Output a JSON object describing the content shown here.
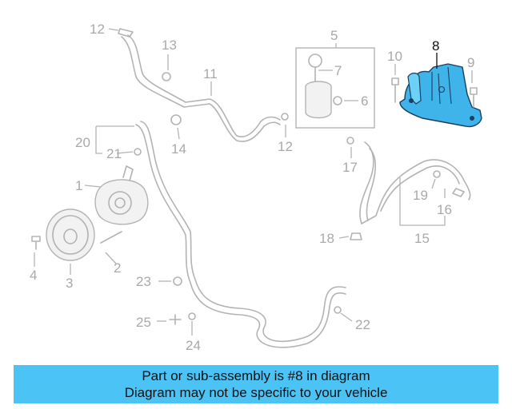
{
  "callouts": [
    "1",
    "2",
    "3",
    "4",
    "5",
    "6",
    "7",
    "8",
    "9",
    "10",
    "11",
    "12",
    "12",
    "13",
    "14",
    "15",
    "16",
    "17",
    "18",
    "19",
    "20",
    "21",
    "22",
    "23",
    "24",
    "25"
  ],
  "highlight_color": "#4cc3f5",
  "banner": {
    "line1": "Part or sub-assembly is #8 in diagram",
    "line2": "Diagram may not be specific to your vehicle"
  }
}
